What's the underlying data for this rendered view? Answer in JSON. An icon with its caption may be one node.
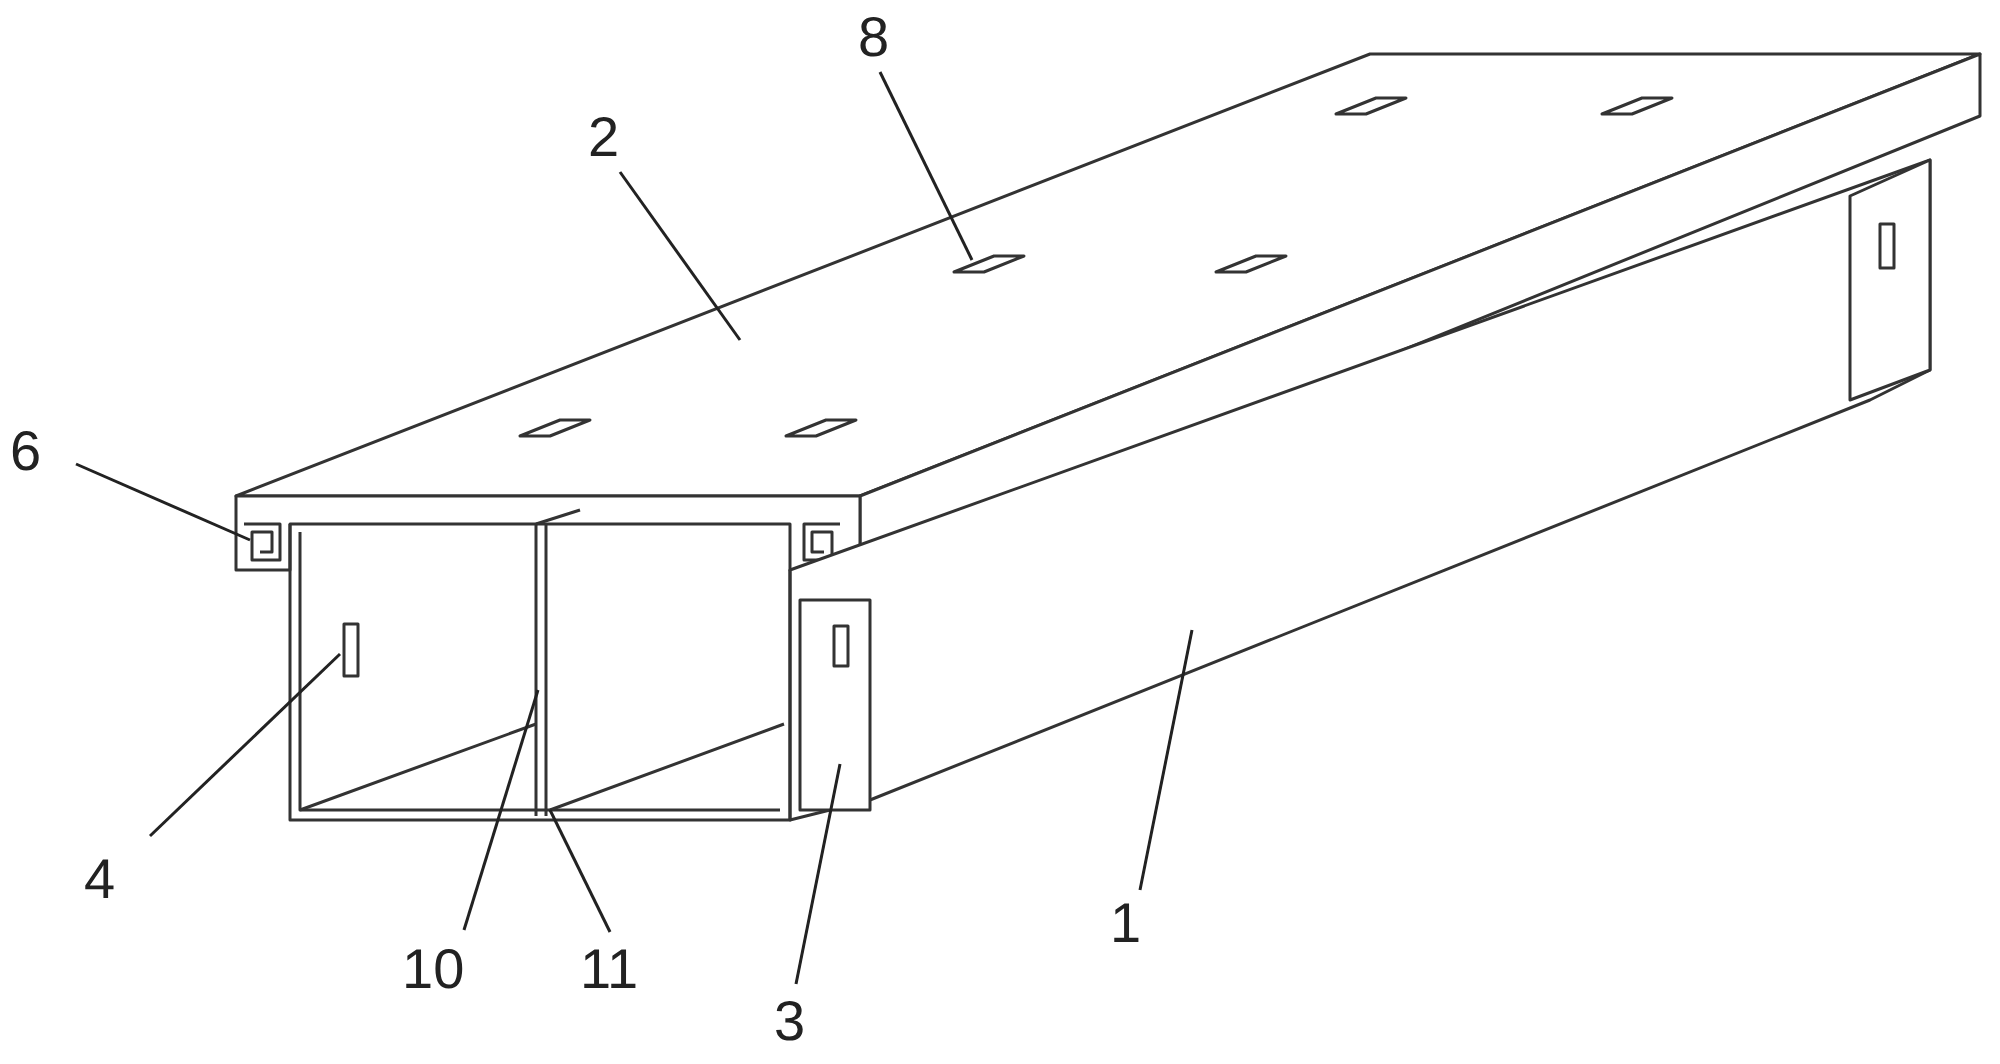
{
  "diagram": {
    "nodes": [
      {
        "text": [
          "8"
        ]
      },
      {
        "text": [
          "2"
        ]
      },
      {
        "text": [
          "6"
        ]
      },
      {
        "text": [
          "4"
        ]
      },
      {
        "text": [
          "10"
        ]
      },
      {
        "text": [
          "11"
        ]
      },
      {
        "text": [
          "3"
        ]
      },
      {
        "text": [
          "1"
        ]
      }
    ],
    "edges": [
      {
        "from": 0,
        "to": null,
        "arrow": "none"
      },
      {
        "from": 1,
        "to": null,
        "arrow": "none"
      },
      {
        "from": 2,
        "to": null,
        "arrow": "none"
      },
      {
        "from": 3,
        "to": null,
        "arrow": "none"
      },
      {
        "from": 4,
        "to": null,
        "arrow": "none"
      },
      {
        "from": 5,
        "to": null,
        "arrow": "none"
      },
      {
        "from": 6,
        "to": null,
        "arrow": "none"
      },
      {
        "from": 7,
        "to": null,
        "arrow": "none"
      }
    ]
  }
}
